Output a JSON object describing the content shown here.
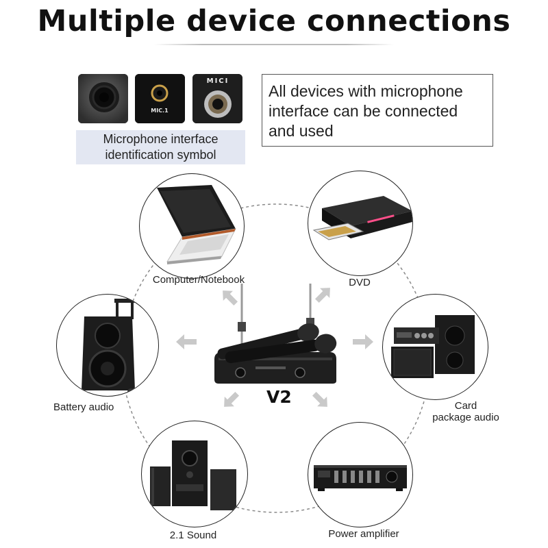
{
  "header": {
    "title": "Multiple device connections"
  },
  "interface": {
    "thumbs": [
      {
        "text": ""
      },
      {
        "text": "MIC.1"
      },
      {
        "text": "MICI"
      }
    ],
    "caption_line1": "Microphone interface",
    "caption_line2": "identification symbol",
    "info_line1": "All devices with microphone",
    "info_line2": "interface can be connected",
    "info_line3": "and used"
  },
  "center": {
    "model": "V2"
  },
  "devices": [
    {
      "label": "Computer/Notebook"
    },
    {
      "label": "DVD"
    },
    {
      "label": "Battery audio"
    },
    {
      "label_line1": "Card",
      "label_line2": "package audio"
    },
    {
      "label": "2.1 Sound"
    },
    {
      "label": "Power amplifier"
    }
  ]
}
